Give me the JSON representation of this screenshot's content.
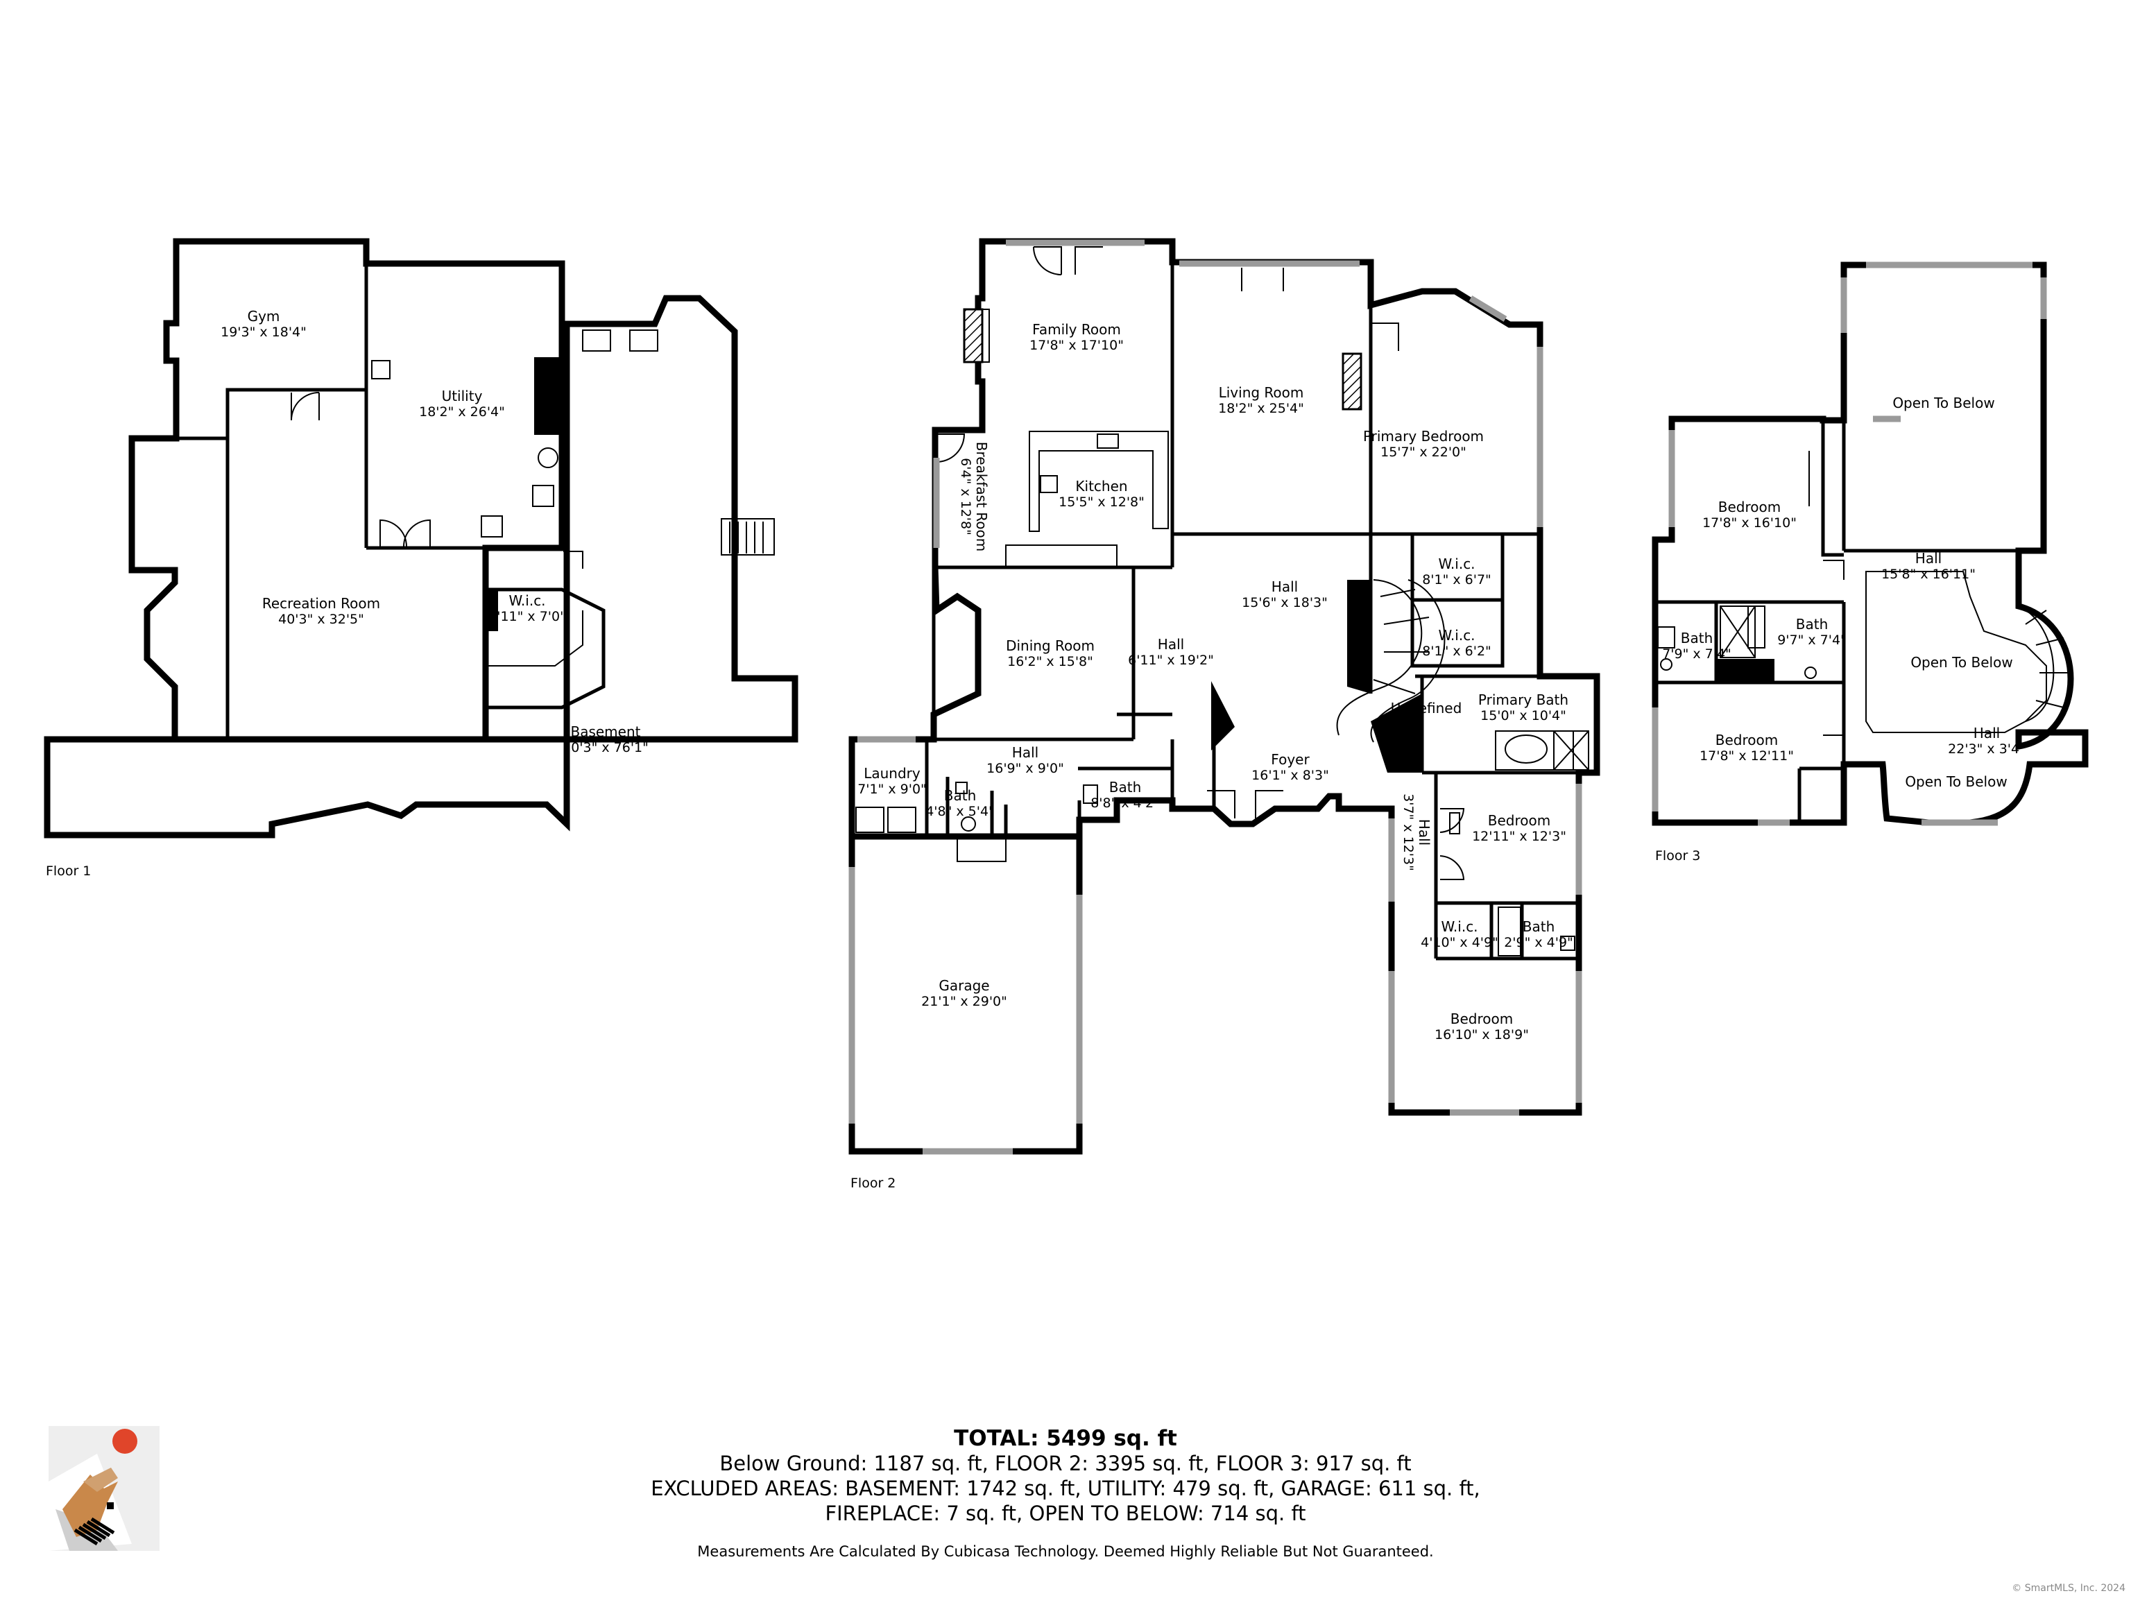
{
  "floors": [
    {
      "label": "Floor 1"
    },
    {
      "label": "Floor 2"
    },
    {
      "label": "Floor 3"
    }
  ],
  "rooms": [
    {
      "name": "Gym",
      "dim": "19'3\" x 18'4\""
    },
    {
      "name": "Utility",
      "dim": "18'2\" x 26'4\""
    },
    {
      "name": "Recreation Room",
      "dim": "40'3\" x 32'5\""
    },
    {
      "name": "W.i.c.",
      "dim": "6'11\" x 7'0\""
    },
    {
      "name": "Basement",
      "dim": "70'3\" x 76'1\""
    },
    {
      "name": "Family Room",
      "dim": "17'8\" x 17'10\""
    },
    {
      "name": "Living Room",
      "dim": "18'2\" x 25'4\""
    },
    {
      "name": "Breakfast Room",
      "dim": "6'4\" x 12'8\""
    },
    {
      "name": "Kitchen",
      "dim": "15'5\" x 12'8\""
    },
    {
      "name": "Primary Bedroom",
      "dim": "15'7\" x 22'0\""
    },
    {
      "name": "W.i.c.",
      "dim": "8'1\" x 6'7\""
    },
    {
      "name": "W.i.c.",
      "dim": "8'1\" x 6'2\""
    },
    {
      "name": "Dining Room",
      "dim": "16'2\" x 15'8\""
    },
    {
      "name": "Hall",
      "dim": "6'11\" x 19'2\""
    },
    {
      "name": "Hall",
      "dim": "15'6\" x 18'3\""
    },
    {
      "name": "Primary Bath",
      "dim": "15'0\" x 10'4\""
    },
    {
      "name": "Undefined",
      "dim": ""
    },
    {
      "name": "Foyer",
      "dim": "16'1\" x 8'3\""
    },
    {
      "name": "Laundry",
      "dim": "7'1\" x 9'0\""
    },
    {
      "name": "Hall",
      "dim": "16'9\" x 9'0\""
    },
    {
      "name": "Bath",
      "dim": "8'8\" x 4'2\""
    },
    {
      "name": "Bath",
      "dim": "4'8\" x 5'4\""
    },
    {
      "name": "Hall",
      "dim": "3'7\" x 12'3\""
    },
    {
      "name": "Bedroom",
      "dim": "12'11\" x 12'3\""
    },
    {
      "name": "W.i.c.",
      "dim": "4'10\" x 4'9\""
    },
    {
      "name": "Bath",
      "dim": "2'9\" x 4'9\""
    },
    {
      "name": "Bedroom",
      "dim": "16'10\" x 18'9\""
    },
    {
      "name": "Garage",
      "dim": "21'1\" x 29'0\""
    },
    {
      "name": "Open To Below",
      "dim": ""
    },
    {
      "name": "Bedroom",
      "dim": "17'8\" x 16'10\""
    },
    {
      "name": "Hall",
      "dim": "15'8\" x 16'11\""
    },
    {
      "name": "Bath",
      "dim": "7'9\" x 7'4\""
    },
    {
      "name": "Bath",
      "dim": "9'7\" x 7'4\""
    },
    {
      "name": "Open To Below",
      "dim": ""
    },
    {
      "name": "Bedroom",
      "dim": "17'8\" x 12'11\""
    },
    {
      "name": "Hall",
      "dim": "22'3\" x 3'4\""
    },
    {
      "name": "Open To Below",
      "dim": ""
    }
  ],
  "summary": {
    "total": "TOTAL: 5499 sq. ft",
    "line1": "Below Ground: 1187 sq. ft, FLOOR 2: 3395 sq. ft, FLOOR 3: 917 sq. ft",
    "line2": "EXCLUDED AREAS: BASEMENT: 1742 sq. ft, UTILITY: 479 sq. ft, GARAGE: 611 sq. ft,",
    "line3": "FIREPLACE: 7 sq. ft, OPEN TO BELOW: 714 sq. ft"
  },
  "disclaimer": "Measurements Are Calculated By Cubicasa Technology. Deemed Highly Reliable But Not Guaranteed.",
  "copyright": "© SmartMLS, Inc. 2024"
}
